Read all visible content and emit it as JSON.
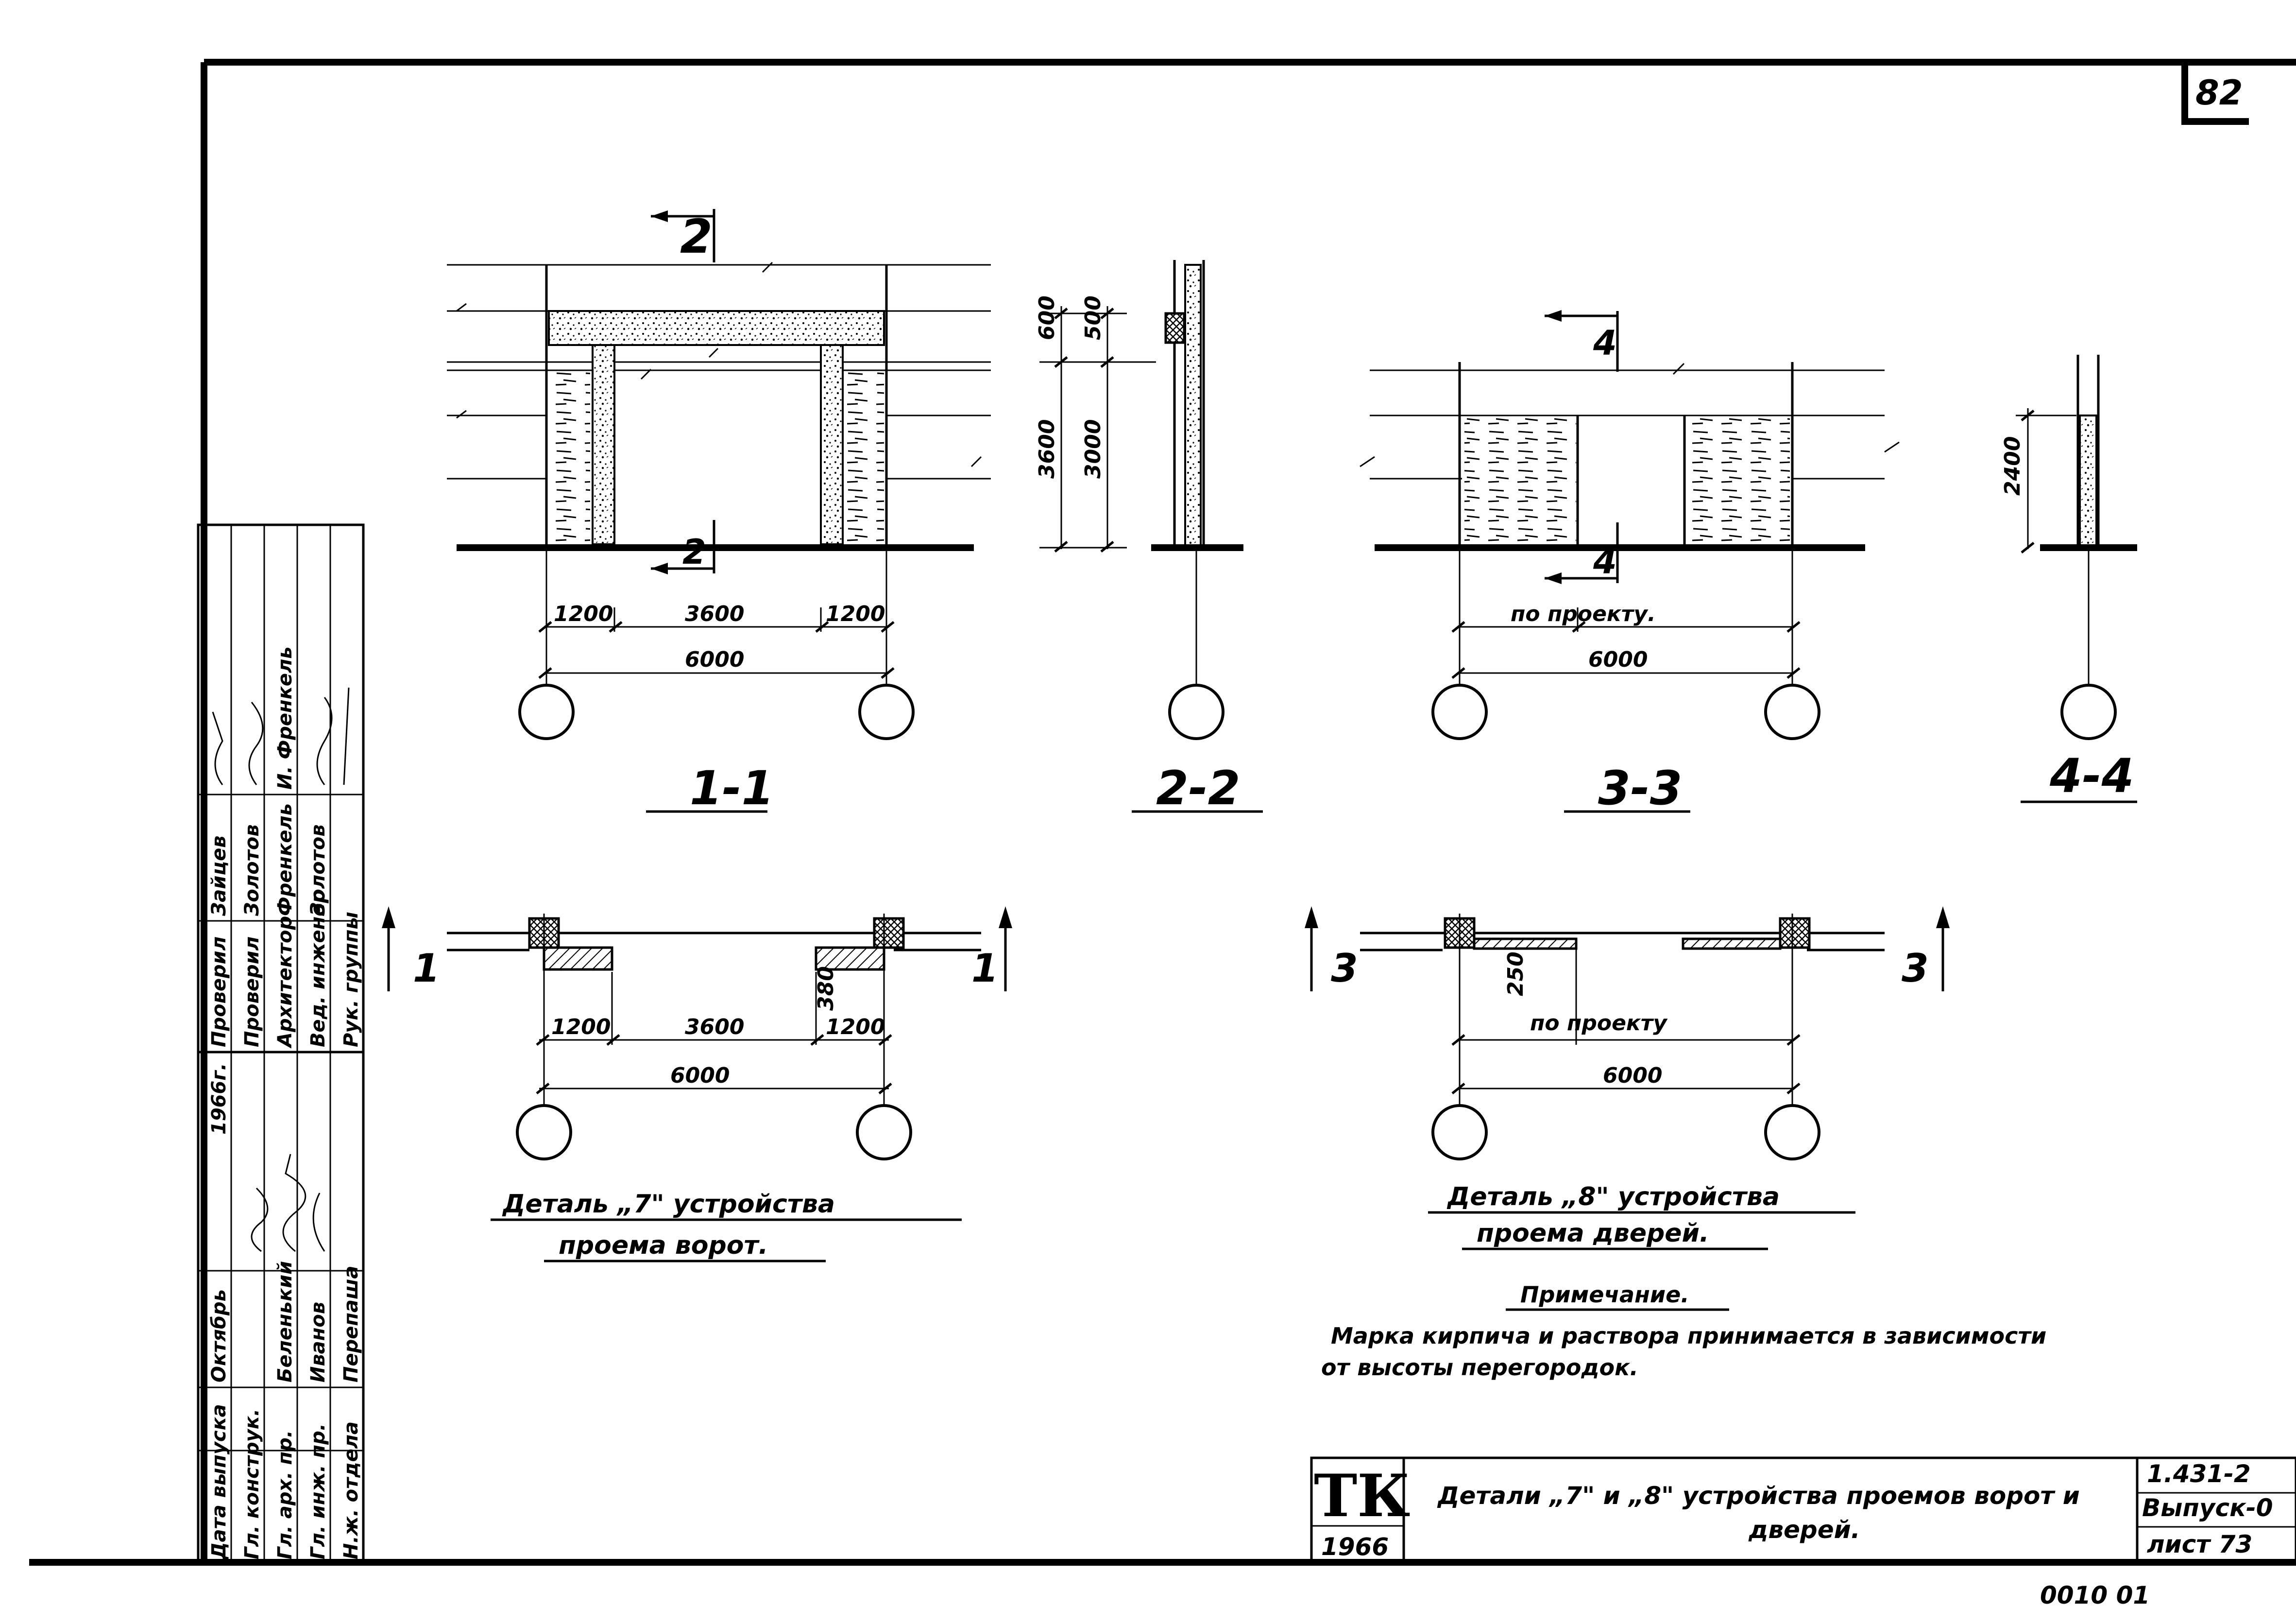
{
  "sheet_number": "82",
  "drawing": {
    "section_1_1": {
      "label": "1-1",
      "cut_mark_2_top": "2",
      "cut_mark_2_bottom": "2",
      "dims": [
        "1200",
        "3600",
        "1200"
      ],
      "total": "6000"
    },
    "section_2_2": {
      "label": "2-2",
      "dims": [
        "600",
        "500",
        "3600",
        "3000"
      ]
    },
    "section_3_3": {
      "label": "3-3",
      "cut_mark_4_top": "4",
      "cut_mark_4_bottom": "4",
      "opening_dim": "по проекту.",
      "total": "6000"
    },
    "section_4_4": {
      "label": "4-4",
      "dims": [
        "2400"
      ]
    },
    "detail_7": {
      "cut_left": "1",
      "cut_right": "1",
      "dims": [
        "1200",
        "3600",
        "1200"
      ],
      "side_dim": "380",
      "total": "6000",
      "title_line1": "Деталь „7\" устройства",
      "title_line2": "проема ворот."
    },
    "detail_8": {
      "cut_left": "3",
      "cut_right": "3",
      "side_dim": "250",
      "opening_dim": "по проекту",
      "total": "6000",
      "title_line1": "Деталь „8\" устройства",
      "title_line2": "проема дверей."
    },
    "note": {
      "heading": "Примечание.",
      "line1": "Марка кирпича и раствора принимается в зависимости",
      "line2": "от высоты перегородок."
    }
  },
  "stamp_left": {
    "rows": [
      [
        "Н.ж. отдела",
        "",
        "Перепаша",
        ""
      ],
      [
        "Гл. инж. пр.",
        "",
        "Иванов",
        ""
      ],
      [
        "Гл. арх. пр.",
        "",
        "Беленький",
        ""
      ],
      [
        "Гл. конструк.",
        "",
        "",
        ""
      ],
      [
        "Дата выпуска",
        "",
        "Октябрь",
        "1966г."
      ]
    ],
    "rows2": [
      [
        "Рук. группы",
        "",
        ""
      ],
      [
        "Вед. инженер",
        "Золотов",
        ""
      ],
      [
        "Архитектор",
        "Френкель",
        "И. Френкель"
      ],
      [
        "Проверил",
        "Золотов",
        ""
      ],
      [
        "Проверил",
        "Зайцев",
        ""
      ]
    ]
  },
  "title_block": {
    "logo": "ТК",
    "year": "1966",
    "title_line1": "Детали „7\" и „8\" устройства проемов ворот и",
    "title_line2": "дверей.",
    "series": "1.431-2",
    "issue": "Выпуск-0",
    "sheet": "лист 73",
    "bottom_code": "0010 01"
  }
}
